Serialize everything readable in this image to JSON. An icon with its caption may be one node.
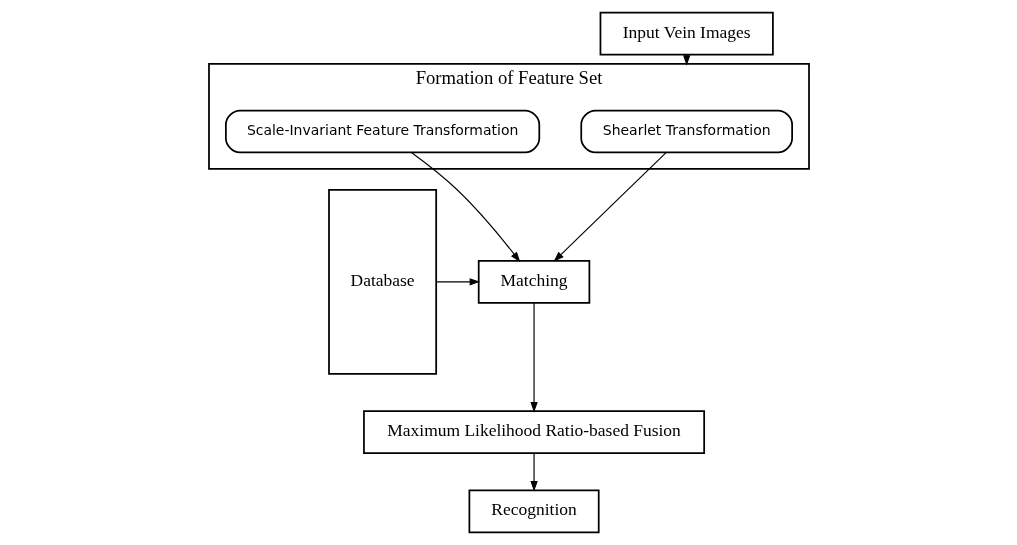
{
  "diagram": {
    "nodes": [
      {
        "text": [
          "Input Vein Images"
        ]
      },
      {
        "text": [
          "Formation of Feature Set"
        ]
      },
      {
        "text": [
          "Shearlet Transformation"
        ],
        "in": 1
      },
      {
        "text": [
          "Scale-Invariant Feature Transformation"
        ],
        "in": 1
      },
      {
        "text": [
          "Database"
        ]
      },
      {
        "text": [
          "Matching"
        ]
      },
      {
        "text": [
          "Maximum Likelihood Ratio-based Fusion"
        ]
      },
      {
        "text": [
          "Recognition"
        ]
      }
    ],
    "edges": [
      {
        "from": 0,
        "to": 1,
        "arrow": "to"
      },
      {
        "from": 2,
        "to": 5,
        "arrow": "to"
      },
      {
        "from": 3,
        "to": 5,
        "arrow": "to"
      },
      {
        "from": 4,
        "to": 5,
        "arrow": "to"
      },
      {
        "from": 5,
        "to": 6,
        "arrow": "to"
      },
      {
        "from": 6,
        "to": 7,
        "arrow": "to"
      }
    ]
  }
}
